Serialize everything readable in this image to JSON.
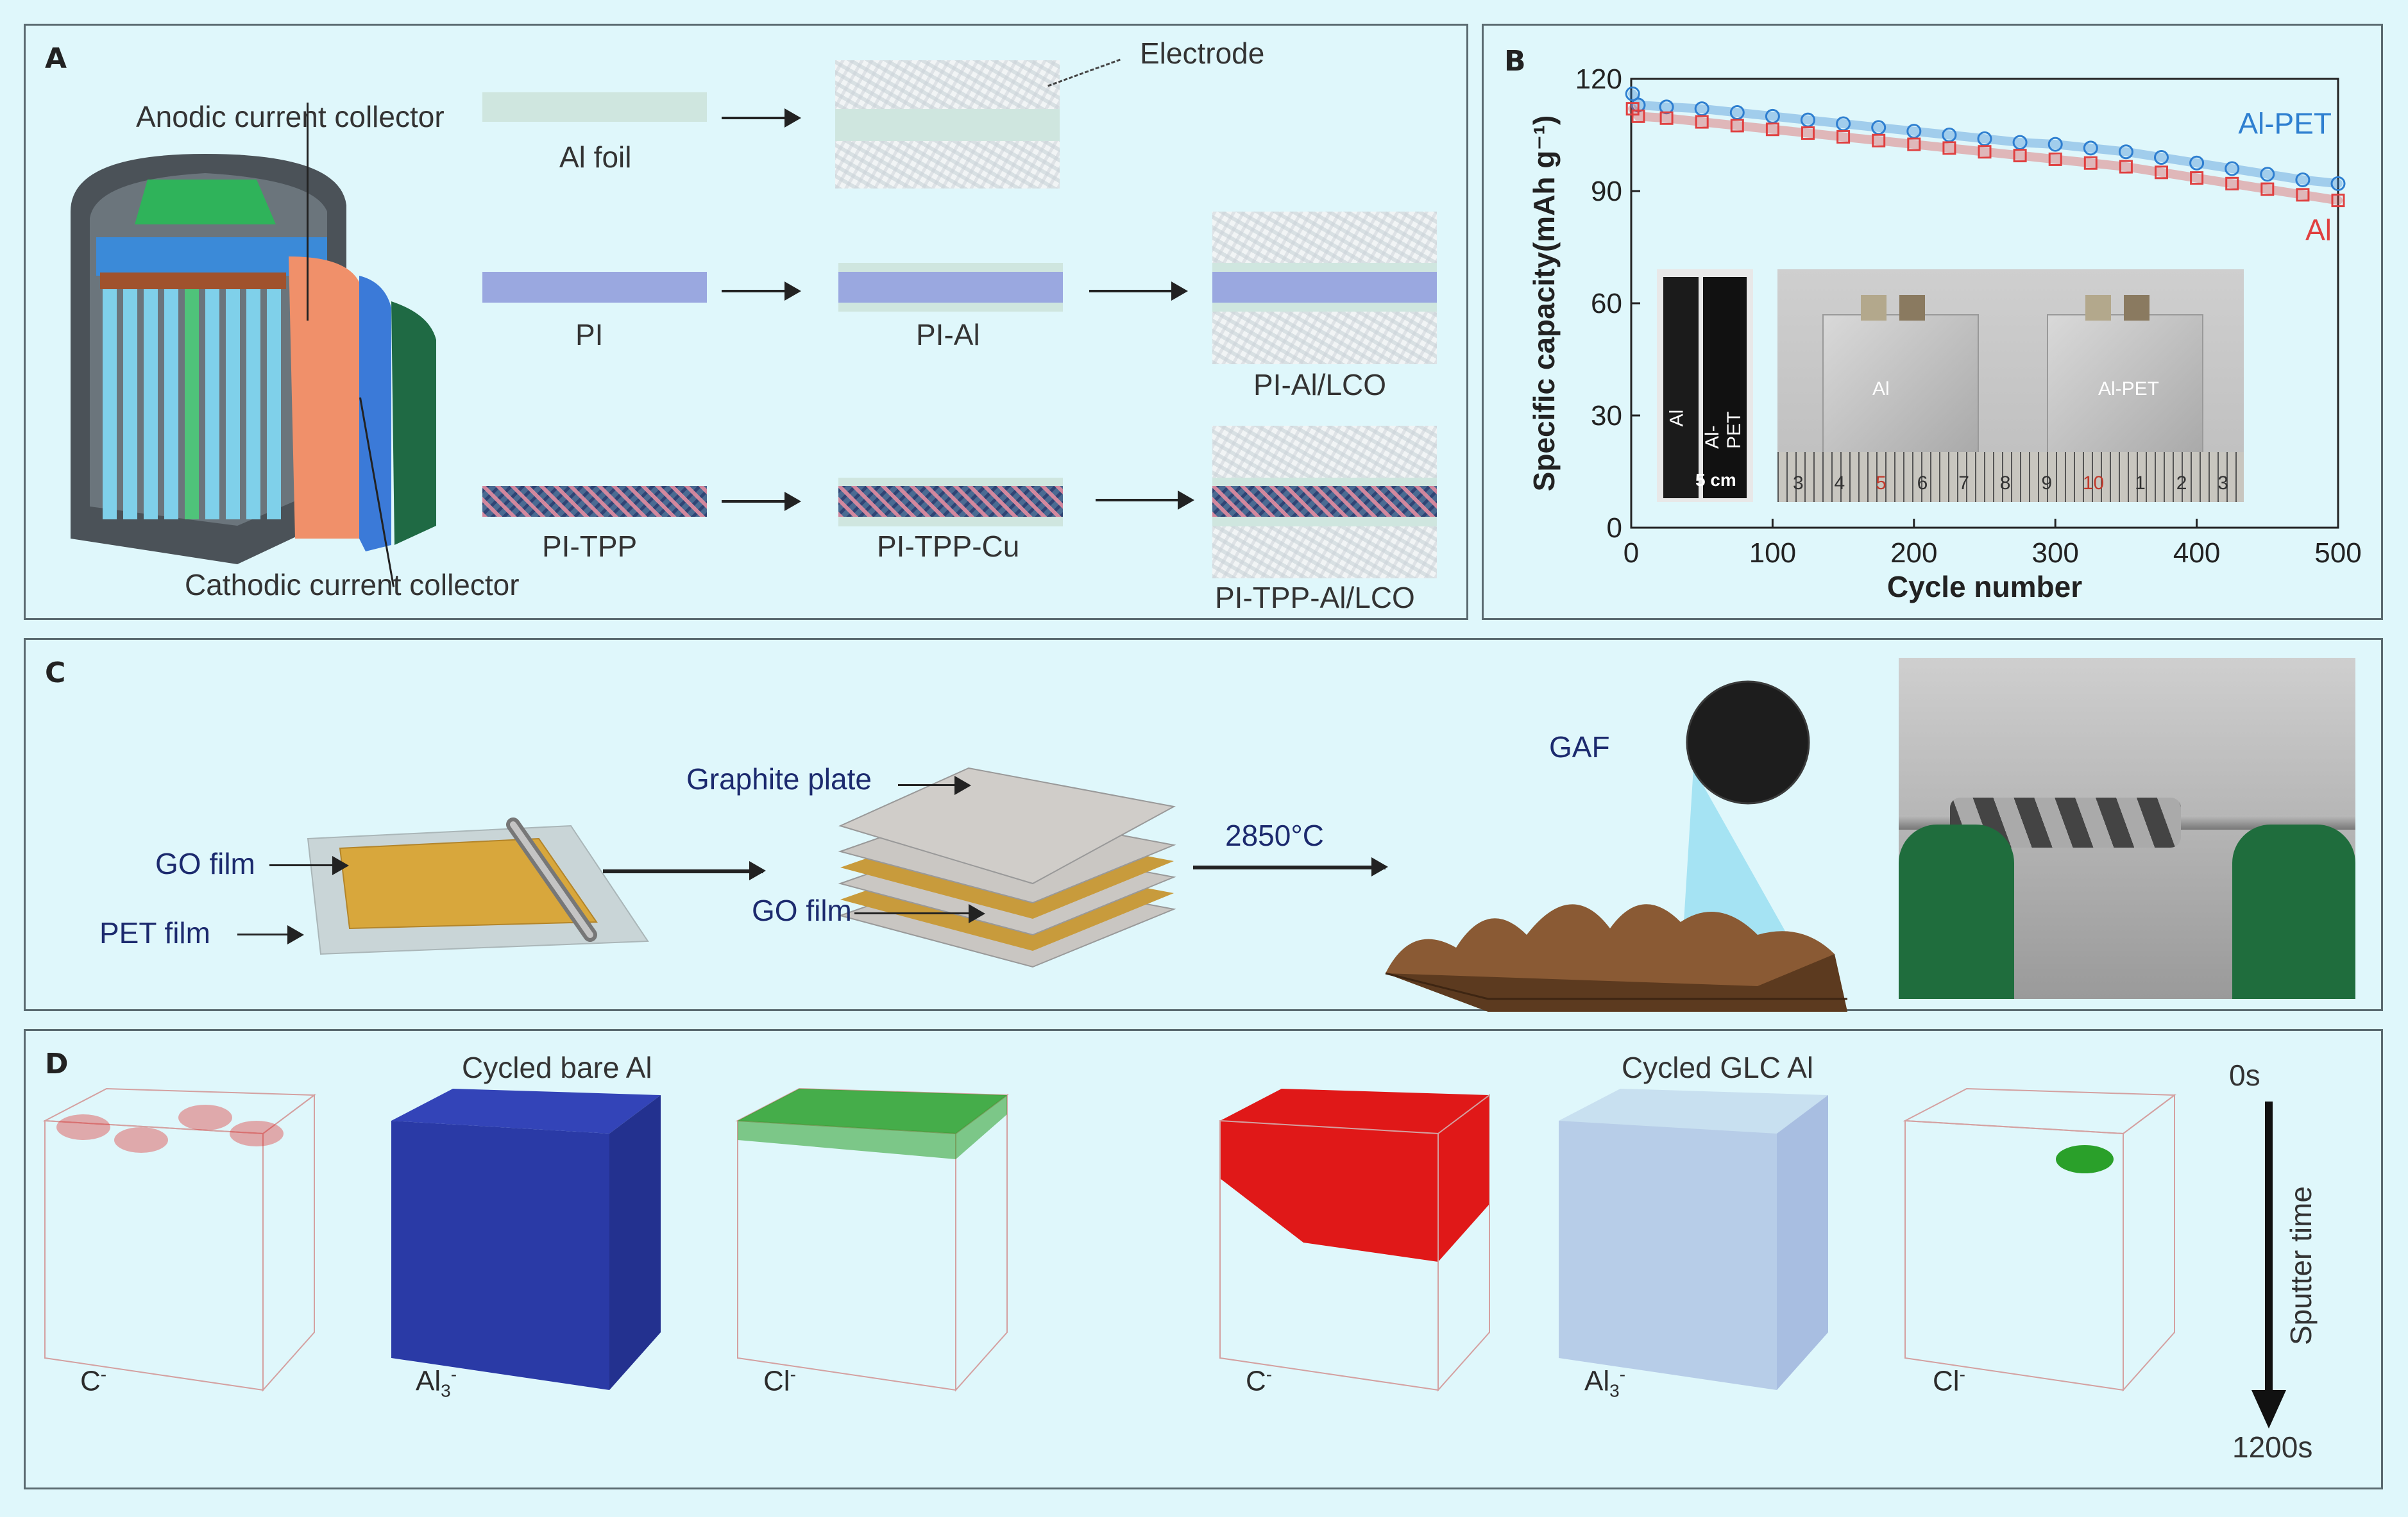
{
  "panels": {
    "a": {
      "label": "A",
      "anodic_label": "Anodic current collector",
      "cathodic_label": "Cathodic current collector",
      "electrode_label": "Electrode",
      "rows": [
        {
          "left": "Al foil",
          "mid": "",
          "right": ""
        },
        {
          "left": "PI",
          "mid": "PI-Al",
          "right": "PI-Al/LCO"
        },
        {
          "left": "PI-TPP",
          "mid": "PI-TPP-Cu",
          "right": "PI-TPP-Al/LCO"
        }
      ]
    },
    "b": {
      "label": "B",
      "photo_left_text": [
        "Al",
        "Al-PET",
        "5 cm"
      ],
      "photo_right_text": [
        "Al",
        "Al-PET"
      ],
      "ruler_numbers": [
        "3",
        "4",
        "5",
        "6",
        "7",
        "8",
        "9",
        "10",
        "1",
        "2",
        "3"
      ]
    },
    "c": {
      "label": "C",
      "go_film": "GO film",
      "pet_film": "PET film",
      "graphite_plate": "Graphite plate",
      "go_film_2": "GO film",
      "temperature": "2850°C",
      "gaf": "GAF"
    },
    "d": {
      "label": "D",
      "title_left": "Cycled bare Al",
      "title_right": "Cycled GLC Al",
      "cubes": [
        "C",
        "Al",
        "Cl",
        "C",
        "Al",
        "Cl"
      ],
      "cube_subscripts": [
        "",
        "3",
        "",
        "",
        "3",
        ""
      ],
      "cube_superscripts": [
        "-",
        "-",
        "-",
        "-",
        "-",
        "-"
      ],
      "time_start": "0s",
      "time_end": "1200s",
      "axis_label": "Sputter time"
    }
  },
  "colors": {
    "al_pet": "#2e7fd0",
    "al": "#e04040",
    "c_red": "#e01818",
    "al_blue": "#2a3aa6",
    "cl_green": "#2aa02a"
  },
  "chart_data": {
    "type": "scatter",
    "title": "",
    "xlabel": "Cycle number",
    "ylabel": "Specific capacity(mAh g⁻¹)",
    "xlim": [
      0,
      500
    ],
    "ylim": [
      0,
      120
    ],
    "xticks": [
      0,
      100,
      200,
      300,
      400,
      500
    ],
    "yticks": [
      0,
      30,
      60,
      90,
      120
    ],
    "legend": "right, labels placed next to series ends",
    "series": [
      {
        "name": "Al-PET",
        "color": "#2e7fd0",
        "marker": "circle",
        "x": [
          1,
          5,
          25,
          50,
          75,
          100,
          125,
          150,
          175,
          200,
          225,
          250,
          275,
          300,
          325,
          350,
          375,
          400,
          425,
          450,
          475,
          500
        ],
        "y": [
          116,
          113,
          112.5,
          112,
          111,
          110,
          109,
          108,
          107,
          106,
          105,
          104,
          103,
          102.5,
          101.5,
          100.5,
          99,
          97.5,
          96,
          94.5,
          93,
          92
        ]
      },
      {
        "name": "Al",
        "color": "#e04040",
        "marker": "square",
        "x": [
          1,
          5,
          25,
          50,
          75,
          100,
          125,
          150,
          175,
          200,
          225,
          250,
          275,
          300,
          325,
          350,
          375,
          400,
          425,
          450,
          475,
          500
        ],
        "y": [
          112,
          110,
          109.5,
          108.5,
          107.5,
          106.5,
          105.5,
          104.5,
          103.5,
          102.5,
          101.5,
          100.5,
          99.5,
          98.5,
          97.5,
          96.5,
          95,
          93.5,
          92,
          90.5,
          89,
          87.5
        ]
      }
    ]
  }
}
